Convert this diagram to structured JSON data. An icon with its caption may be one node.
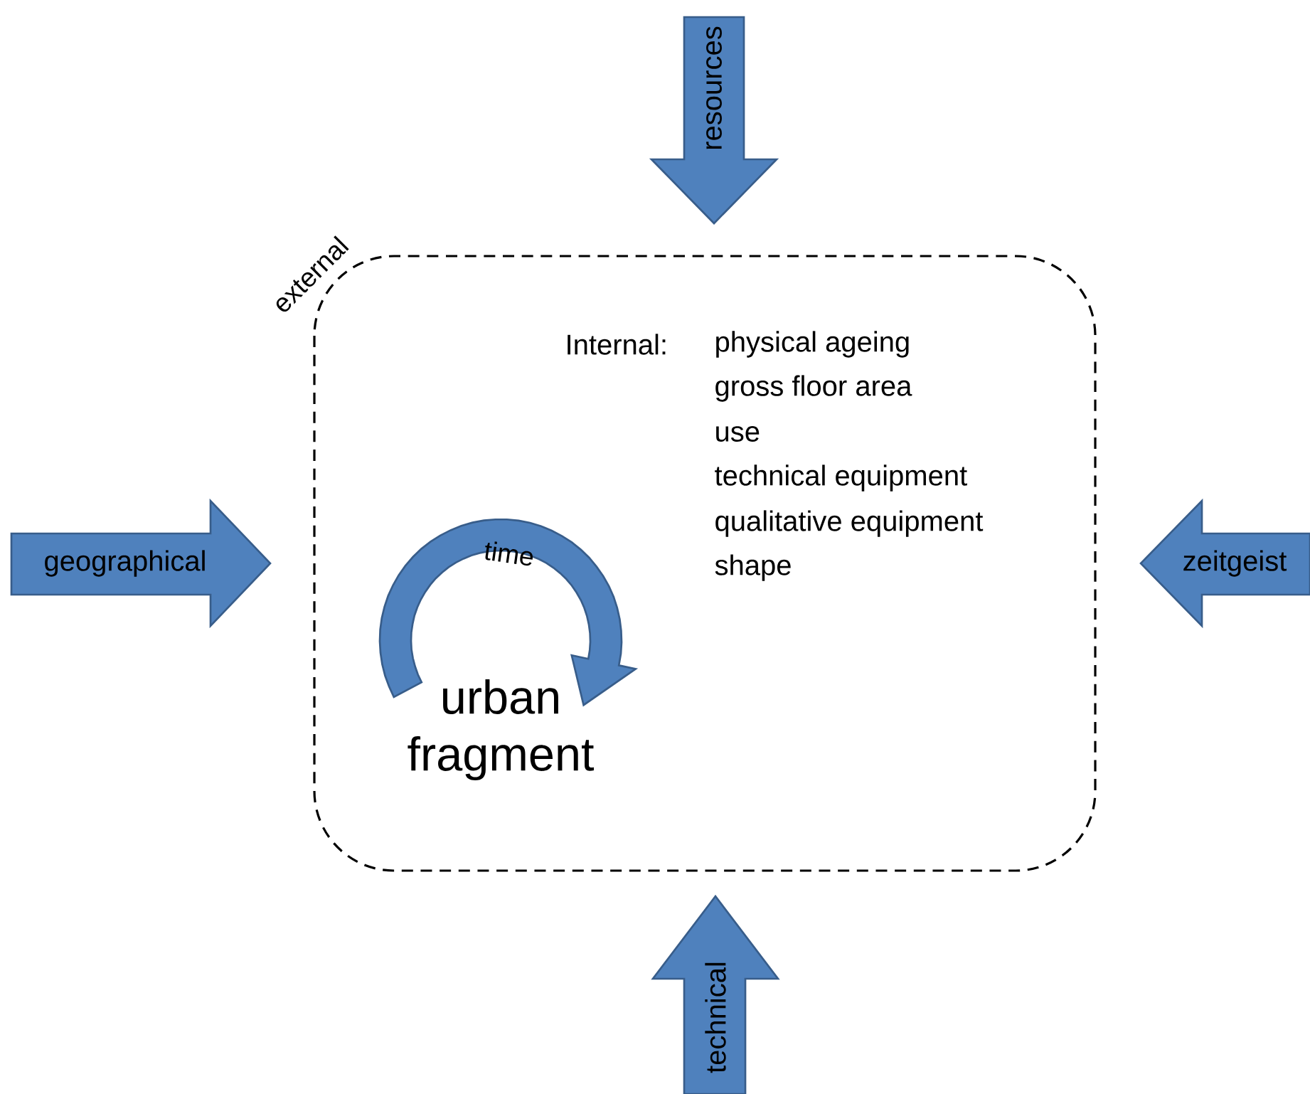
{
  "diagram": {
    "nodes": [
      {
        "text": [
          "external"
        ]
      },
      {
        "text": [
          "resources"
        ]
      },
      {
        "text": [
          "geographical"
        ]
      },
      {
        "text": [
          "zeitgeist"
        ]
      },
      {
        "text": [
          "technical"
        ]
      },
      {
        "text": [
          "time"
        ],
        "in": 0
      }
    ],
    "labels": [
      "Internal:",
      "physical ageing",
      "gross floor area",
      "use",
      "technical equipment",
      "qualitative equipment",
      "shape",
      "urban fragment"
    ]
  }
}
